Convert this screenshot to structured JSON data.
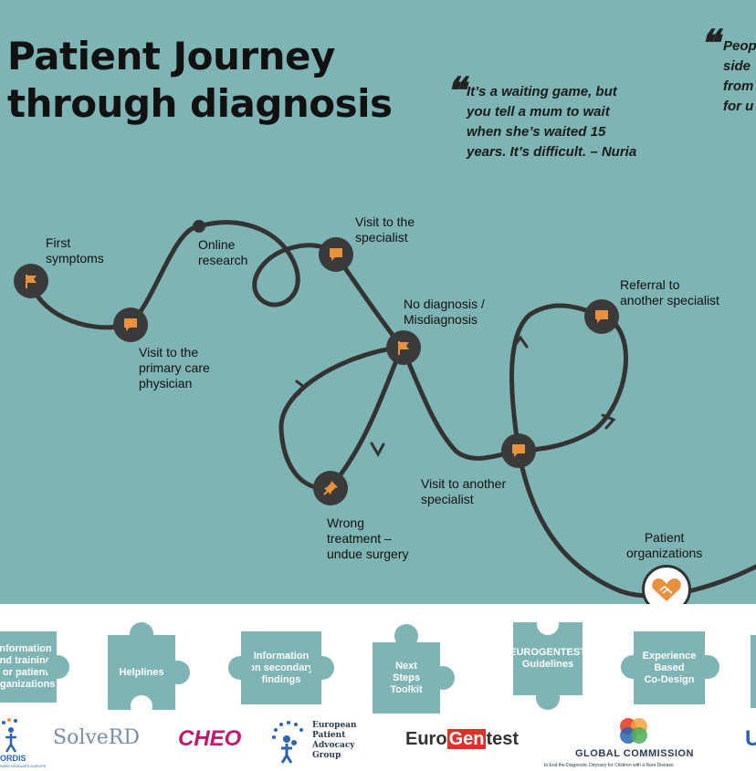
{
  "title": {
    "line1": "Patient Journey",
    "line2": "through diagnosis"
  },
  "quotes": [
    {
      "lines": [
        "It’s a waiting game, but",
        "you tell a mum to wait",
        "when she’s waited 15",
        "years. It’s difficult. – Nuria"
      ]
    },
    {
      "lines": [
        "Peop",
        "side",
        "from",
        "for u"
      ]
    }
  ],
  "steps": [
    {
      "lines": [
        "First",
        "symptoms"
      ],
      "icon": "flag-icon"
    },
    {
      "lines": [
        "Visit to the",
        "primary care",
        "physician"
      ],
      "icon": "speech-bubble-icon"
    },
    {
      "lines": [
        "Online",
        "research"
      ],
      "icon": "dot"
    },
    {
      "lines": [
        "Visit to the",
        "specialist"
      ],
      "icon": "speech-bubble-icon"
    },
    {
      "lines": [
        "No diagnosis /",
        "Misdiagnosis"
      ],
      "icon": "flag-icon"
    },
    {
      "lines": [
        "Wrong",
        "treatment –",
        "undue surgery"
      ],
      "icon": "pin-icon"
    },
    {
      "lines": [
        "Visit to another",
        "specialist"
      ],
      "icon": "speech-bubble-icon"
    },
    {
      "lines": [
        "Referral to",
        "another specialist"
      ],
      "icon": "speech-bubble-icon"
    },
    {
      "lines": [
        "Patient",
        "organizations"
      ],
      "icon": "handshake-icon"
    }
  ],
  "puzzle": [
    {
      "lines": [
        "nformation",
        "nd training",
        "or patient",
        "rganizations"
      ]
    },
    {
      "lines": [
        "Helplines"
      ]
    },
    {
      "lines": [
        "Information",
        "on secondary",
        "findings"
      ]
    },
    {
      "lines": [
        "Next",
        "Steps",
        "Toolkit"
      ]
    },
    {
      "lines": [
        "EUROGENTEST",
        "Guidelines"
      ]
    },
    {
      "lines": [
        "Experience",
        "Based",
        "Co-Design"
      ]
    }
  ],
  "logos": {
    "rdis": "ORDIS",
    "rdis_sub": "RARE DISEASES EUROPE",
    "solverd": "SolveRD",
    "cheo": "CHEO",
    "epag": [
      "European",
      "Patient",
      "Advocacy",
      "Group"
    ],
    "eurogentest": [
      "Euro",
      "Gen",
      "test"
    ],
    "global_commission": "GLOBAL COMMISSION",
    "global_commission_sub": "to End the Diagnostic Odyssey for Children with a Rare Disease",
    "edge": "U"
  },
  "colors": {
    "background": "#7fb4b4",
    "node": "#3a3a3a",
    "accent": "#e8913f",
    "path": "#333333"
  }
}
